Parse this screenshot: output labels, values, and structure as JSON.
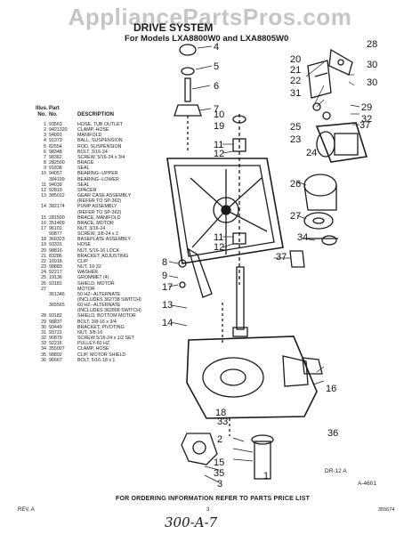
{
  "watermark": "AppliancePartsPros.com",
  "title": {
    "main": "DRIVE SYSTEM",
    "sub": "For Models LXA8800W0 and LXA8805W0"
  },
  "table": {
    "header_illus": "Illus.",
    "header_no": "No.",
    "header_part": "Part",
    "header_part_no": "No.",
    "header_desc": "DESCRIPTION",
    "rows": [
      [
        "1",
        "93563",
        "HOSE, TUB OUTLET"
      ],
      [
        "2",
        "9421320",
        "CLAMP, HOSE"
      ],
      [
        "3",
        "94091",
        "MANIFOLD"
      ],
      [
        "4",
        "91373",
        "BALL, SUSPENSION"
      ],
      [
        "5",
        "82554",
        "ROD, SUSPENSION"
      ],
      [
        "6",
        "98348",
        "BOLT, 3/16-24"
      ],
      [
        "7",
        "98362",
        "SCREW, 5/16-24 x 3/4"
      ],
      [
        "8",
        "282500",
        "BRACE"
      ],
      [
        "9",
        "91838",
        "SEAL"
      ],
      [
        "10",
        "94057",
        "BEARING--UPPER"
      ],
      [
        "",
        "384199",
        "BEARING--LOWER"
      ],
      [
        "11",
        "94039",
        "SEAL"
      ],
      [
        "12",
        "92819",
        "SPACER"
      ],
      [
        "13",
        "385012",
        "GEAR CASE ASSEMBLY"
      ],
      [
        "",
        "",
        "(REFER TO SP-362)"
      ],
      [
        "14",
        "382174",
        "PUMP ASSEMBLY"
      ],
      [
        "",
        "",
        "(REFER TO SP-362)"
      ],
      [
        "15",
        "281500",
        "BRACE, MANIFOLD"
      ],
      [
        "16",
        "351409",
        "BRACE, MOTOR"
      ],
      [
        "17",
        "96101",
        "NUT, 3/16-24"
      ],
      [
        "",
        "90877",
        "SCREW, 3/8-24 x 2"
      ],
      [
        "18",
        "360323",
        "BASEPLATE ASSEMBLY"
      ],
      [
        "19",
        "93331",
        "HOSE"
      ],
      [
        "20",
        "98816",
        "NUT, 5/16-16 LOCK"
      ],
      [
        "21",
        "83286",
        "BRACKET, ADJUSTING"
      ],
      [
        "22",
        "16918",
        "CLIP"
      ],
      [
        "23",
        "98883",
        "NUT, 10-32"
      ],
      [
        "24",
        "92217",
        "WASHER"
      ],
      [
        "25",
        "19136",
        "GROMMET (4)"
      ],
      [
        "26",
        "93181",
        "SHIELD, MOTOR"
      ],
      [
        "27",
        "",
        "MOTOR"
      ],
      [
        "",
        "361346",
        "50 HZ--ALTERNATE"
      ],
      [
        "",
        "",
        "(INCLUDES 362738 SWITCH)"
      ],
      [
        "",
        "365565",
        "60 HZ--ALTERNATE"
      ],
      [
        "",
        "",
        "(INCLUDES 362898 SWITCH)"
      ],
      [
        "28",
        "93182",
        "SHIELD, BOTTOM MOTOR"
      ],
      [
        "29",
        "98837",
        "BOLT, 3/8-16 x 3/4"
      ],
      [
        "30",
        "93449",
        "BRACKET, PIVOTING"
      ],
      [
        "31",
        "93721",
        "NUT, 3/8-16"
      ],
      [
        "32",
        "90879",
        "SCREW 5/16-24 x 1/2 SET"
      ],
      [
        "33",
        "92216",
        "PULLEY-60 HZ."
      ],
      [
        "34",
        "355007",
        "CLAMP, HOSE"
      ],
      [
        "35",
        "98892",
        "CLIP, MOTOR SHIELD"
      ],
      [
        "36",
        "96667",
        "BOLT, 5/16-18 x 1"
      ]
    ]
  },
  "callouts": [
    "1",
    "2",
    "3",
    "4",
    "5",
    "6",
    "7",
    "8",
    "9",
    "10",
    "11",
    "11",
    "12",
    "12",
    "13",
    "14",
    "15",
    "16",
    "17",
    "18",
    "19",
    "20",
    "21",
    "22",
    "23",
    "24",
    "25",
    "26",
    "27",
    "28",
    "29",
    "30",
    "30",
    "31",
    "32",
    "33",
    "34",
    "35",
    "36",
    "37",
    "37"
  ],
  "footer": {
    "order_info": "FOR ORDERING INFORMATION REFER TO PARTS PRICE LIST",
    "rev": "REV. A",
    "page": "3",
    "doc_number": "355674",
    "diagram_code": "DR-12 A",
    "drawing_no": "A-4601",
    "handwritten": "300-A-7"
  }
}
